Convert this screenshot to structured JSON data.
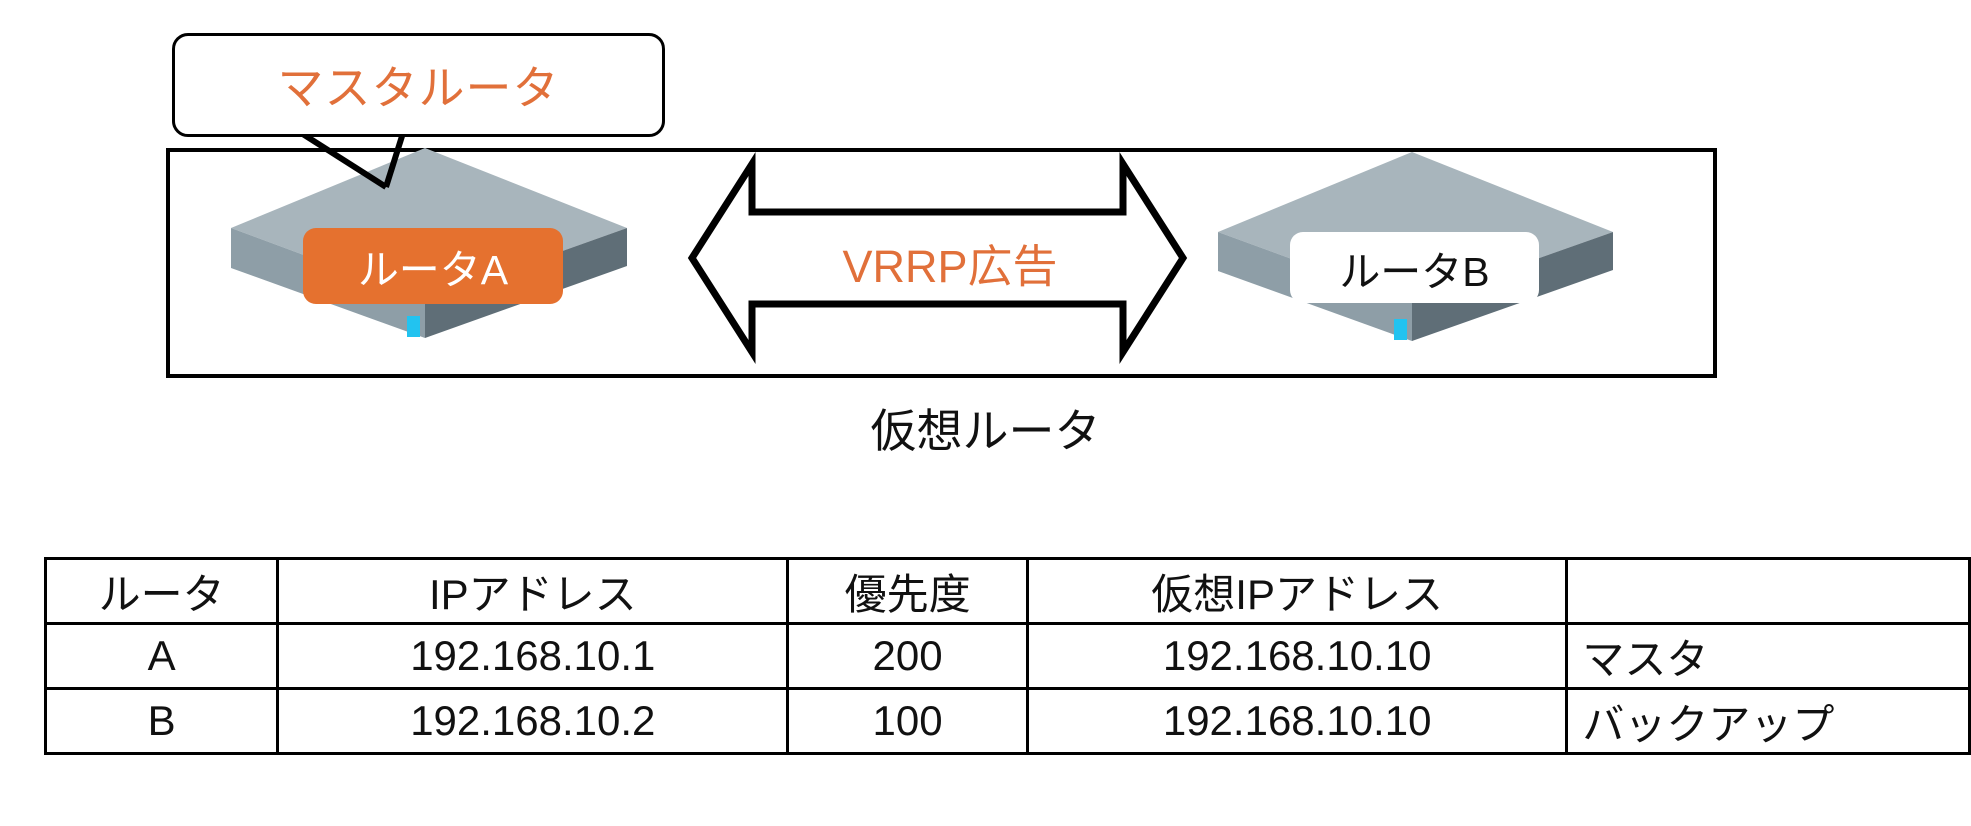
{
  "diagram": {
    "title": "VRRP virtual router diagram",
    "callout": {
      "text": "マスタルータ",
      "color": "#e1703a"
    },
    "virtual_router_box": {
      "caption": "仮想ルータ"
    },
    "routers": [
      {
        "id": "a",
        "label": "ルータA",
        "role": "master",
        "label_bg": "#e5712f",
        "label_color": "#ffffff"
      },
      {
        "id": "b",
        "label": "ルータB",
        "role": "backup",
        "label_bg": "#ffffff",
        "label_color": "#111111"
      }
    ],
    "link": {
      "label": "VRRP広告",
      "color": "#e1703a",
      "style": "double-headed-arrow"
    },
    "colors": {
      "accent_orange": "#e1703a",
      "chip_orange": "#e5712f",
      "router_top": "#a8b5bc",
      "router_front": "#7d8f99",
      "router_side": "#5d6c74",
      "port_cyan": "#22c3f0",
      "outline": "#000000"
    }
  },
  "table": {
    "headers": [
      "ルータ",
      "IPアドレス",
      "優先度",
      "仮想IPアドレス",
      ""
    ],
    "rows": [
      [
        "A",
        "192.168.10.1",
        "200",
        "192.168.10.10",
        "マスタ"
      ],
      [
        "B",
        "192.168.10.2",
        "100",
        "192.168.10.10",
        "バックアップ"
      ]
    ]
  }
}
